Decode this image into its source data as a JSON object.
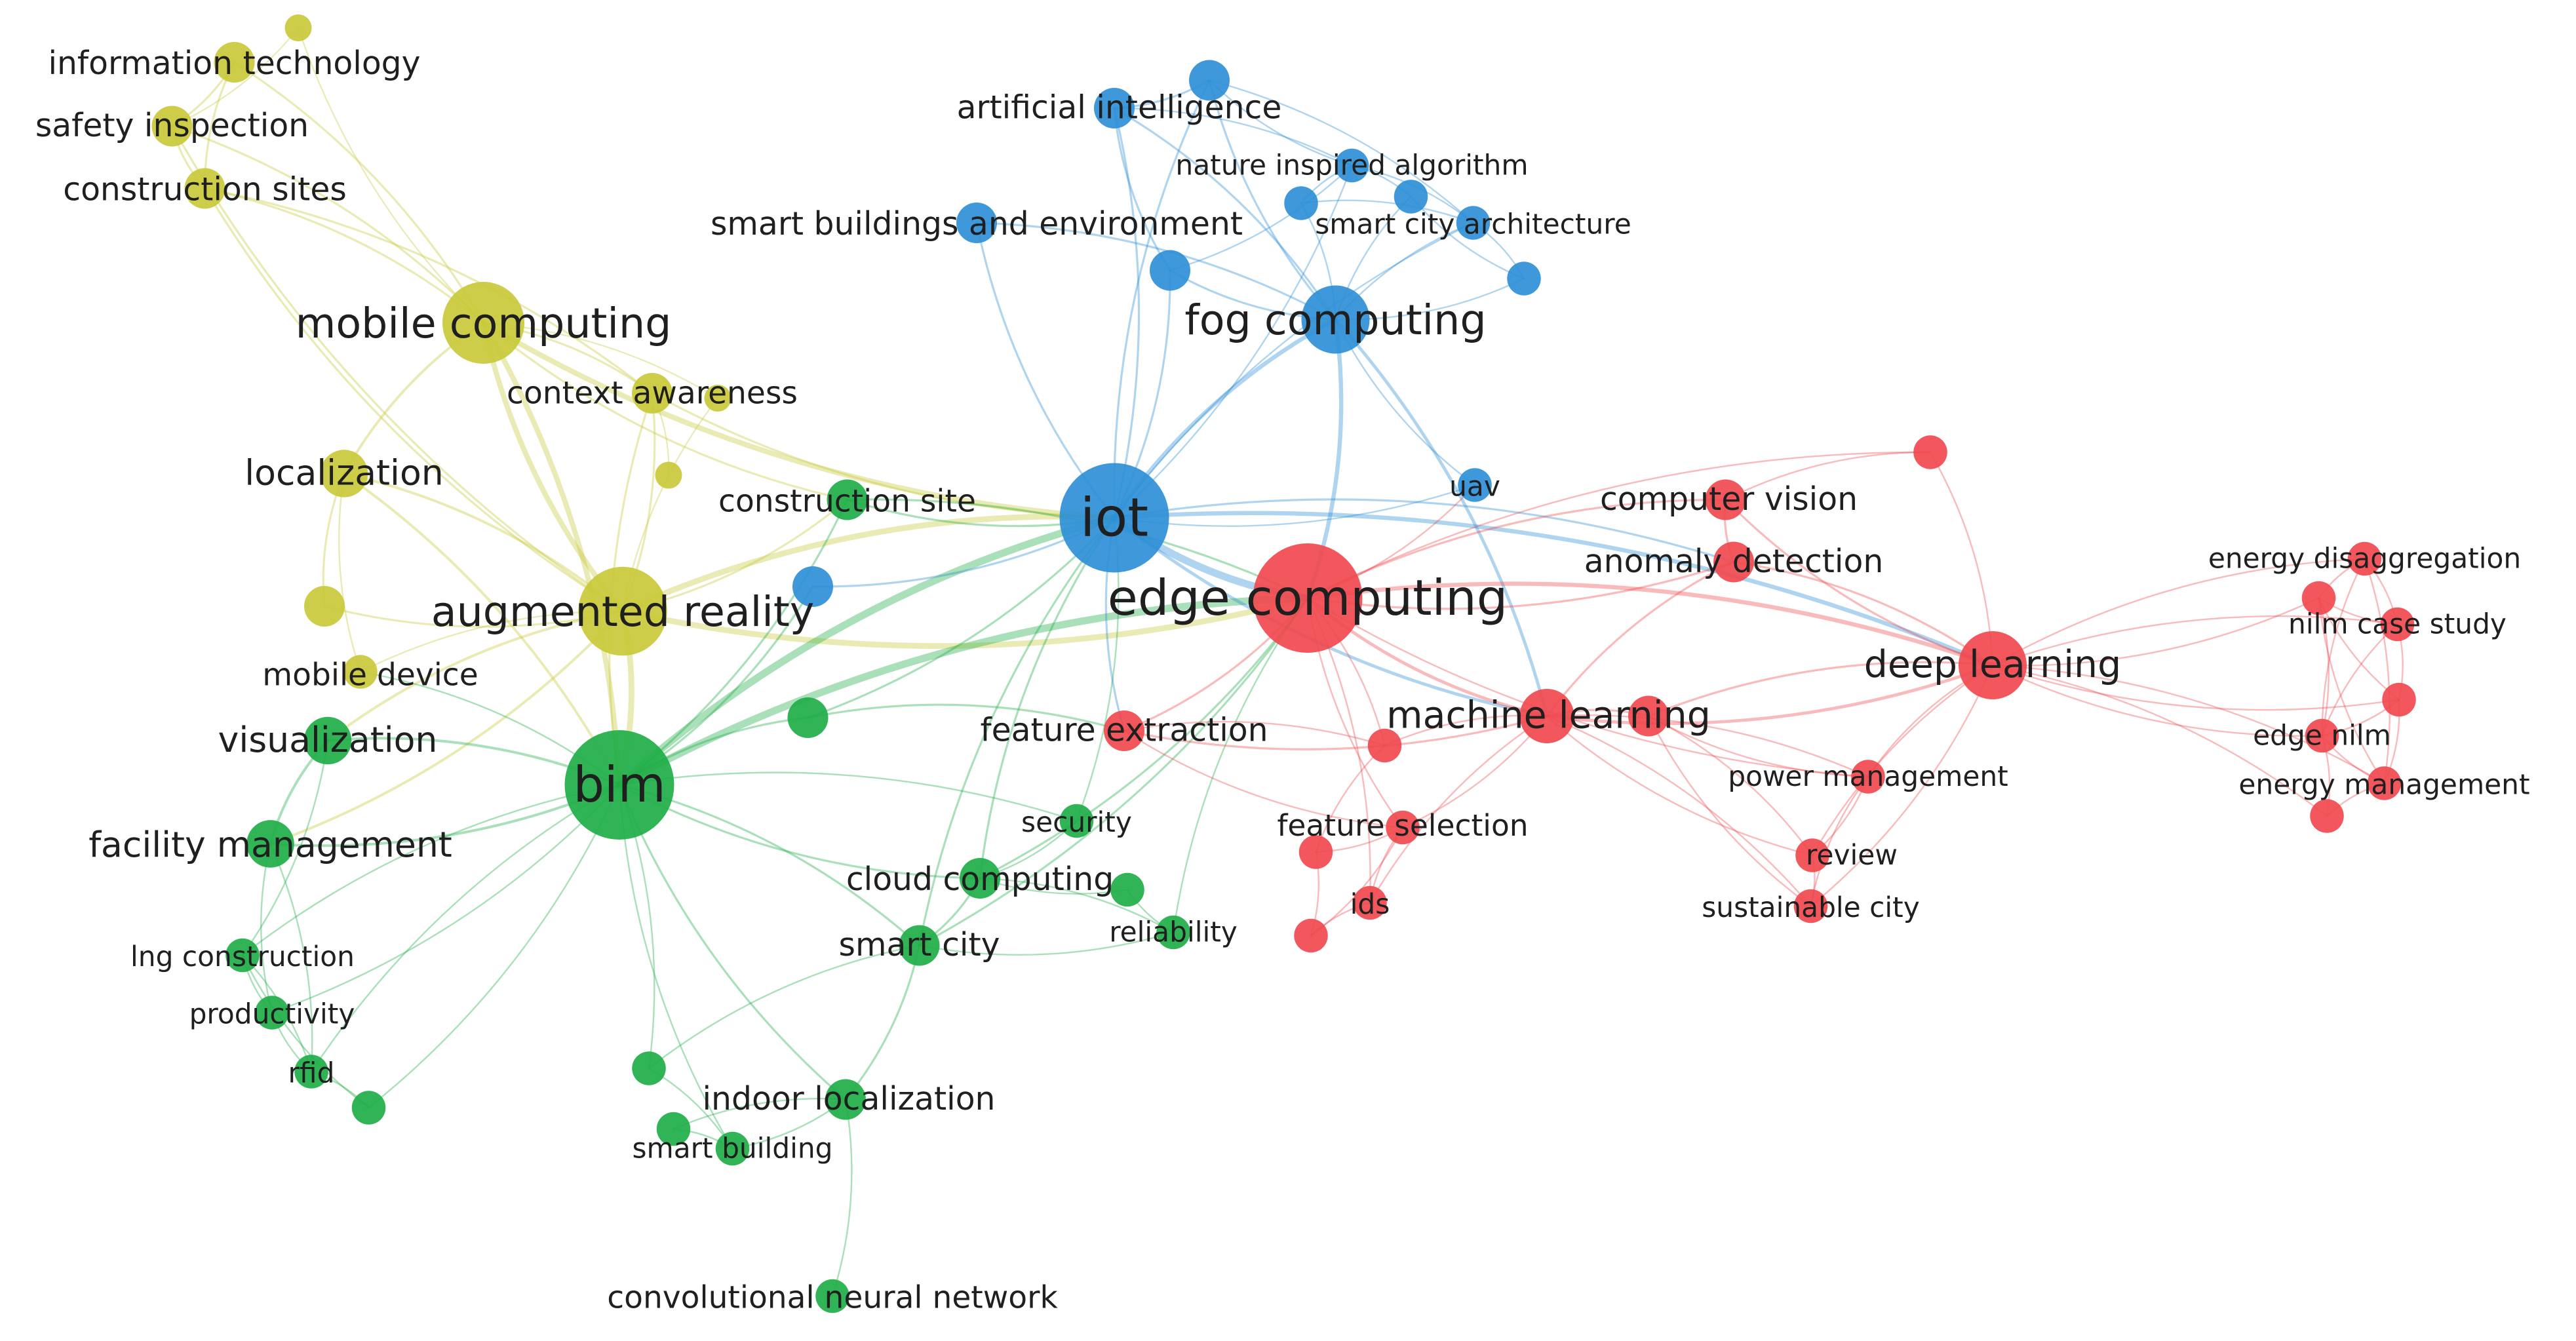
{
  "colors": {
    "yellow": "#c9c93a",
    "green": "#1fae48",
    "blue": "#2e8fd6",
    "red": "#f0494e",
    "text": "#1f1f1f"
  },
  "nodes": [
    {
      "id": "information-technology",
      "label": "information technology",
      "cluster": "yellow",
      "weight": 2
    },
    {
      "id": "it-extra",
      "label": "",
      "cluster": "yellow",
      "weight": 1
    },
    {
      "id": "safety-inspection",
      "label": "safety inspection",
      "cluster": "yellow",
      "weight": 2
    },
    {
      "id": "construction-sites",
      "label": "construction sites",
      "cluster": "yellow",
      "weight": 2
    },
    {
      "id": "mobile-computing",
      "label": "mobile computing",
      "cluster": "yellow",
      "weight": 5
    },
    {
      "id": "context-awareness",
      "label": "context awareness",
      "cluster": "yellow",
      "weight": 2
    },
    {
      "id": "ca-extra",
      "label": "",
      "cluster": "yellow",
      "weight": 1
    },
    {
      "id": "ca-extra2",
      "label": "",
      "cluster": "yellow",
      "weight": 1
    },
    {
      "id": "localization",
      "label": "localization",
      "cluster": "yellow",
      "weight": 2.5
    },
    {
      "id": "loc-extra",
      "label": "",
      "cluster": "yellow",
      "weight": 2
    },
    {
      "id": "augmented-reality",
      "label": "augmented reality",
      "cluster": "yellow",
      "weight": 5.5
    },
    {
      "id": "mobile-device",
      "label": "mobile device",
      "cluster": "yellow",
      "weight": 1.5
    },
    {
      "id": "bim",
      "label": "bim",
      "cluster": "green",
      "weight": 7
    },
    {
      "id": "construction-site",
      "label": "construction site",
      "cluster": "green",
      "weight": 2
    },
    {
      "id": "bim-extra",
      "label": "",
      "cluster": "green",
      "weight": 2
    },
    {
      "id": "visualization",
      "label": "visualization",
      "cluster": "green",
      "weight": 2.5
    },
    {
      "id": "facility-management",
      "label": "facility management",
      "cluster": "green",
      "weight": 2.5
    },
    {
      "id": "lng-construction",
      "label": "lng construction",
      "cluster": "green",
      "weight": 1.5
    },
    {
      "id": "productivity",
      "label": "productivity",
      "cluster": "green",
      "weight": 1.5
    },
    {
      "id": "rfid",
      "label": "rfid",
      "cluster": "green",
      "weight": 1.5
    },
    {
      "id": "rfid-extra",
      "label": "",
      "cluster": "green",
      "weight": 1.5
    },
    {
      "id": "security",
      "label": "security",
      "cluster": "green",
      "weight": 1.5
    },
    {
      "id": "cloud-computing",
      "label": "cloud computing",
      "cluster": "green",
      "weight": 2
    },
    {
      "id": "cc-extra",
      "label": "",
      "cluster": "green",
      "weight": 1.5
    },
    {
      "id": "smart-city",
      "label": "smart city",
      "cluster": "green",
      "weight": 2
    },
    {
      "id": "reliability",
      "label": "reliability",
      "cluster": "green",
      "weight": 1.5
    },
    {
      "id": "indoor-localization",
      "label": "indoor localization",
      "cluster": "green",
      "weight": 2
    },
    {
      "id": "il-extra",
      "label": "",
      "cluster": "green",
      "weight": 1.5
    },
    {
      "id": "smart-building",
      "label": "smart building",
      "cluster": "green",
      "weight": 1.5
    },
    {
      "id": "sb-extra",
      "label": "",
      "cluster": "green",
      "weight": 1.5
    },
    {
      "id": "convolutional-neural-network",
      "label": "convolutional neural network",
      "cluster": "green",
      "weight": 1.5
    },
    {
      "id": "iot",
      "label": "iot",
      "cluster": "blue",
      "weight": 7
    },
    {
      "id": "artificial-intelligence",
      "label": "artificial intelligence",
      "cluster": "blue",
      "weight": 2
    },
    {
      "id": "ai-extra",
      "label": "",
      "cluster": "blue",
      "weight": 2
    },
    {
      "id": "nature-inspired-algorithm",
      "label": "nature inspired algorithm",
      "cluster": "blue",
      "weight": 1.5
    },
    {
      "id": "smart-buildings-and-environment",
      "label": "smart buildings and environment",
      "cluster": "blue",
      "weight": 2
    },
    {
      "id": "smart-city-architecture",
      "label": "smart city architecture",
      "cluster": "blue",
      "weight": 1.5
    },
    {
      "id": "sca-extra1",
      "label": "",
      "cluster": "blue",
      "weight": 1.5
    },
    {
      "id": "sca-extra2",
      "label": "",
      "cluster": "blue",
      "weight": 1.5
    },
    {
      "id": "sca-extra3",
      "label": "",
      "cluster": "blue",
      "weight": 1.5
    },
    {
      "id": "fog-computing",
      "label": "fog computing",
      "cluster": "blue",
      "weight": 4
    },
    {
      "id": "fc-extra",
      "label": "",
      "cluster": "blue",
      "weight": 2
    },
    {
      "id": "uav",
      "label": "uav",
      "cluster": "blue",
      "weight": 1.5
    },
    {
      "id": "iot-extra",
      "label": "",
      "cluster": "blue",
      "weight": 2
    },
    {
      "id": "edge-computing",
      "label": "edge computing",
      "cluster": "red",
      "weight": 7
    },
    {
      "id": "computer-vision",
      "label": "computer vision",
      "cluster": "red",
      "weight": 2
    },
    {
      "id": "cv-extra",
      "label": "",
      "cluster": "red",
      "weight": 1.5
    },
    {
      "id": "anomaly-detection",
      "label": "anomaly detection",
      "cluster": "red",
      "weight": 2
    },
    {
      "id": "feature-extraction",
      "label": "feature extraction",
      "cluster": "red",
      "weight": 2
    },
    {
      "id": "fe-extra",
      "label": "",
      "cluster": "red",
      "weight": 1.5
    },
    {
      "id": "machine-learning",
      "label": "machine learning",
      "cluster": "red",
      "weight": 3
    },
    {
      "id": "ml-extra",
      "label": "",
      "cluster": "red",
      "weight": 2
    },
    {
      "id": "feature-selection",
      "label": "feature selection",
      "cluster": "red",
      "weight": 1.5
    },
    {
      "id": "fs-extra",
      "label": "",
      "cluster": "red",
      "weight": 1.5
    },
    {
      "id": "ids",
      "label": "ids",
      "cluster": "red",
      "weight": 1.5
    },
    {
      "id": "ids-extra",
      "label": "",
      "cluster": "red",
      "weight": 1.5
    },
    {
      "id": "power-management",
      "label": "power management",
      "cluster": "red",
      "weight": 1.5
    },
    {
      "id": "review",
      "label": "review",
      "cluster": "red",
      "weight": 1.5
    },
    {
      "id": "sustainable-city",
      "label": "sustainable city",
      "cluster": "red",
      "weight": 1.5
    },
    {
      "id": "deep-learning",
      "label": "deep learning",
      "cluster": "red",
      "weight": 4
    },
    {
      "id": "energy-disaggregation",
      "label": "energy disaggregation",
      "cluster": "red",
      "weight": 1.5
    },
    {
      "id": "ed-extra",
      "label": "",
      "cluster": "red",
      "weight": 1.5
    },
    {
      "id": "nilm-case-study",
      "label": "nilm case study",
      "cluster": "red",
      "weight": 1.5
    },
    {
      "id": "nilm-extra",
      "label": "",
      "cluster": "red",
      "weight": 1.5
    },
    {
      "id": "edge-nilm",
      "label": "edge nilm",
      "cluster": "red",
      "weight": 1.5
    },
    {
      "id": "energy-management",
      "label": "energy management",
      "cluster": "red",
      "weight": 1.5
    },
    {
      "id": "em-extra",
      "label": "",
      "cluster": "red",
      "weight": 1.5
    }
  ],
  "links": [
    [
      "information-technology",
      "safety-inspection"
    ],
    [
      "information-technology",
      "construction-sites"
    ],
    [
      "information-technology",
      "mobile-computing"
    ],
    [
      "it-extra",
      "mobile-computing"
    ],
    [
      "it-extra",
      "safety-inspection"
    ],
    [
      "safety-inspection",
      "construction-sites"
    ],
    [
      "safety-inspection",
      "mobile-computing"
    ],
    [
      "safety-inspection",
      "augmented-reality"
    ],
    [
      "construction-sites",
      "mobile-computing"
    ],
    [
      "construction-sites",
      "augmented-reality"
    ],
    [
      "construction-sites",
      "context-awareness"
    ],
    [
      "mobile-computing",
      "augmented-reality"
    ],
    [
      "mobile-computing",
      "context-awareness"
    ],
    [
      "mobile-computing",
      "localization"
    ],
    [
      "mobile-computing",
      "bim"
    ],
    [
      "mobile-computing",
      "iot"
    ],
    [
      "mobile-computing",
      "ca-extra"
    ],
    [
      "mobile-computing",
      "construction-site"
    ],
    [
      "context-awareness",
      "augmented-reality"
    ],
    [
      "context-awareness",
      "iot"
    ],
    [
      "context-awareness",
      "ca-extra2"
    ],
    [
      "context-awareness",
      "bim"
    ],
    [
      "localization",
      "augmented-reality"
    ],
    [
      "localization",
      "loc-extra"
    ],
    [
      "localization",
      "bim"
    ],
    [
      "localization",
      "mobile-device"
    ],
    [
      "augmented-reality",
      "bim"
    ],
    [
      "augmented-reality",
      "mobile-device"
    ],
    [
      "augmented-reality",
      "iot"
    ],
    [
      "augmented-reality",
      "construction-site"
    ],
    [
      "augmented-reality",
      "loc-extra"
    ],
    [
      "augmented-reality",
      "edge-computing"
    ],
    [
      "augmented-reality",
      "facility-management"
    ],
    [
      "augmented-reality",
      "visualization"
    ],
    [
      "augmented-reality",
      "ca-extra"
    ],
    [
      "bim",
      "construction-site"
    ],
    [
      "bim",
      "bim-extra"
    ],
    [
      "bim",
      "visualization"
    ],
    [
      "bim",
      "facility-management"
    ],
    [
      "bim",
      "lng-construction"
    ],
    [
      "bim",
      "productivity"
    ],
    [
      "bim",
      "rfid"
    ],
    [
      "bim",
      "rfid-extra"
    ],
    [
      "bim",
      "cloud-computing"
    ],
    [
      "bim",
      "smart-city"
    ],
    [
      "bim",
      "indoor-localization"
    ],
    [
      "bim",
      "il-extra"
    ],
    [
      "bim",
      "smart-building"
    ],
    [
      "bim",
      "iot"
    ],
    [
      "bim",
      "iot-extra"
    ],
    [
      "bim",
      "edge-computing"
    ],
    [
      "bim",
      "mobile-device"
    ],
    [
      "bim",
      "security"
    ],
    [
      "construction-site",
      "iot"
    ],
    [
      "construction-site",
      "edge-computing"
    ],
    [
      "visualization",
      "facility-management"
    ],
    [
      "visualization",
      "lng-construction"
    ],
    [
      "facility-management",
      "productivity"
    ],
    [
      "facility-management",
      "rfid"
    ],
    [
      "lng-construction",
      "productivity"
    ],
    [
      "lng-construction",
      "rfid"
    ],
    [
      "productivity",
      "rfid"
    ],
    [
      "rfid",
      "rfid-extra"
    ],
    [
      "lng-construction",
      "rfid-extra"
    ],
    [
      "security",
      "cloud-computing"
    ],
    [
      "security",
      "iot"
    ],
    [
      "cloud-computing",
      "smart-city"
    ],
    [
      "cloud-computing",
      "cc-extra"
    ],
    [
      "cloud-computing",
      "iot"
    ],
    [
      "cloud-computing",
      "edge-computing"
    ],
    [
      "cloud-computing",
      "reliability"
    ],
    [
      "smart-city",
      "reliability"
    ],
    [
      "smart-city",
      "indoor-localization"
    ],
    [
      "smart-city",
      "il-extra"
    ],
    [
      "smart-city",
      "iot"
    ],
    [
      "smart-city",
      "edge-computing"
    ],
    [
      "reliability",
      "edge-computing"
    ],
    [
      "cc-extra",
      "reliability"
    ],
    [
      "indoor-localization",
      "smart-building"
    ],
    [
      "indoor-localization",
      "sb-extra"
    ],
    [
      "indoor-localization",
      "convolutional-neural-network"
    ],
    [
      "smart-building",
      "sb-extra"
    ],
    [
      "il-extra",
      "smart-building"
    ],
    [
      "bim-extra",
      "iot"
    ],
    [
      "bim-extra",
      "feature-extraction"
    ],
    [
      "iot",
      "edge-computing"
    ],
    [
      "iot",
      "fog-computing"
    ],
    [
      "iot",
      "fc-extra"
    ],
    [
      "iot",
      "smart-buildings-and-environment"
    ],
    [
      "iot",
      "artificial-intelligence"
    ],
    [
      "iot",
      "ai-extra"
    ],
    [
      "iot",
      "nature-inspired-algorithm"
    ],
    [
      "iot",
      "smart-city-architecture"
    ],
    [
      "iot",
      "uav"
    ],
    [
      "iot",
      "iot-extra"
    ],
    [
      "iot",
      "machine-learning"
    ],
    [
      "iot",
      "deep-learning"
    ],
    [
      "iot",
      "feature-extraction"
    ],
    [
      "iot",
      "anomaly-detection"
    ],
    [
      "artificial-intelligence",
      "ai-extra"
    ],
    [
      "artificial-intelligence",
      "fog-computing"
    ],
    [
      "artificial-intelligence",
      "fc-extra"
    ],
    [
      "artificial-intelligence",
      "nature-inspired-algorithm"
    ],
    [
      "ai-extra",
      "nature-inspired-algorithm"
    ],
    [
      "ai-extra",
      "smart-city-architecture"
    ],
    [
      "ai-extra",
      "fog-computing"
    ],
    [
      "nature-inspired-algorithm",
      "smart-city-architecture"
    ],
    [
      "nature-inspired-algorithm",
      "sca-extra1"
    ],
    [
      "nature-inspired-algorithm",
      "sca-extra2"
    ],
    [
      "smart-city-architecture",
      "sca-extra1"
    ],
    [
      "smart-city-architecture",
      "sca-extra3"
    ],
    [
      "smart-city-architecture",
      "fog-computing"
    ],
    [
      "sca-extra1",
      "fog-computing"
    ],
    [
      "sca-extra2",
      "fog-computing"
    ],
    [
      "sca-extra3",
      "fog-computing"
    ],
    [
      "sca-extra2",
      "sca-extra3"
    ],
    [
      "smart-buildings-and-environment",
      "fog-computing"
    ],
    [
      "fc-extra",
      "fog-computing"
    ],
    [
      "fog-computing",
      "edge-computing"
    ],
    [
      "fog-computing",
      "uav"
    ],
    [
      "fog-computing",
      "machine-learning"
    ],
    [
      "fc-extra",
      "nature-inspired-algorithm"
    ],
    [
      "edge-computing",
      "computer-vision"
    ],
    [
      "edge-computing",
      "anomaly-detection"
    ],
    [
      "edge-computing",
      "feature-extraction"
    ],
    [
      "edge-computing",
      "machine-learning"
    ],
    [
      "edge-computing",
      "deep-learning"
    ],
    [
      "edge-computing",
      "feature-selection"
    ],
    [
      "edge-computing",
      "ids"
    ],
    [
      "edge-computing",
      "power-management"
    ],
    [
      "edge-computing",
      "cv-extra"
    ],
    [
      "edge-computing",
      "uav"
    ],
    [
      "edge-computing",
      "fe-extra"
    ],
    [
      "computer-vision",
      "anomaly-detection"
    ],
    [
      "computer-vision",
      "cv-extra"
    ],
    [
      "computer-vision",
      "deep-learning"
    ],
    [
      "anomaly-detection",
      "deep-learning"
    ],
    [
      "anomaly-detection",
      "machine-learning"
    ],
    [
      "cv-extra",
      "deep-learning"
    ],
    [
      "feature-extraction",
      "machine-learning"
    ],
    [
      "feature-extraction",
      "fe-extra"
    ],
    [
      "feature-extraction",
      "feature-selection"
    ],
    [
      "machine-learning",
      "ml-extra"
    ],
    [
      "machine-learning",
      "deep-learning"
    ],
    [
      "machine-learning",
      "feature-selection"
    ],
    [
      "machine-learning",
      "ids"
    ],
    [
      "machine-learning",
      "power-management"
    ],
    [
      "machine-learning",
      "review"
    ],
    [
      "machine-learning",
      "sustainable-city"
    ],
    [
      "machine-learning",
      "fe-extra"
    ],
    [
      "ml-extra",
      "deep-learning"
    ],
    [
      "ml-extra",
      "power-management"
    ],
    [
      "ml-extra",
      "review"
    ],
    [
      "ml-extra",
      "sustainable-city"
    ],
    [
      "feature-selection",
      "fs-extra"
    ],
    [
      "feature-selection",
      "ids"
    ],
    [
      "feature-selection",
      "ids-extra"
    ],
    [
      "fe-extra",
      "fs-extra"
    ],
    [
      "fs-extra",
      "ids-extra"
    ],
    [
      "ids",
      "ids-extra"
    ],
    [
      "power-management",
      "review"
    ],
    [
      "power-management",
      "sustainable-city"
    ],
    [
      "review",
      "sustainable-city"
    ],
    [
      "deep-learning",
      "review"
    ],
    [
      "deep-learning",
      "sustainable-city"
    ],
    [
      "deep-learning",
      "power-management"
    ],
    [
      "deep-learning",
      "energy-disaggregation"
    ],
    [
      "deep-learning",
      "ed-extra"
    ],
    [
      "deep-learning",
      "nilm-case-study"
    ],
    [
      "deep-learning",
      "edge-nilm"
    ],
    [
      "deep-learning",
      "energy-management"
    ],
    [
      "deep-learning",
      "nilm-extra"
    ],
    [
      "deep-learning",
      "em-extra"
    ],
    [
      "energy-disaggregation",
      "ed-extra"
    ],
    [
      "energy-disaggregation",
      "nilm-case-study"
    ],
    [
      "energy-disaggregation",
      "edge-nilm"
    ],
    [
      "energy-disaggregation",
      "energy-management"
    ],
    [
      "ed-extra",
      "nilm-case-study"
    ],
    [
      "ed-extra",
      "edge-nilm"
    ],
    [
      "ed-extra",
      "nilm-extra"
    ],
    [
      "nilm-case-study",
      "nilm-extra"
    ],
    [
      "nilm-case-study",
      "edge-nilm"
    ],
    [
      "nilm-extra",
      "edge-nilm"
    ],
    [
      "edge-nilm",
      "energy-management"
    ],
    [
      "edge-nilm",
      "em-extra"
    ],
    [
      "energy-management",
      "em-extra"
    ],
    [
      "nilm-extra",
      "energy-management"
    ],
    [
      "ed-extra",
      "energy-management"
    ]
  ]
}
